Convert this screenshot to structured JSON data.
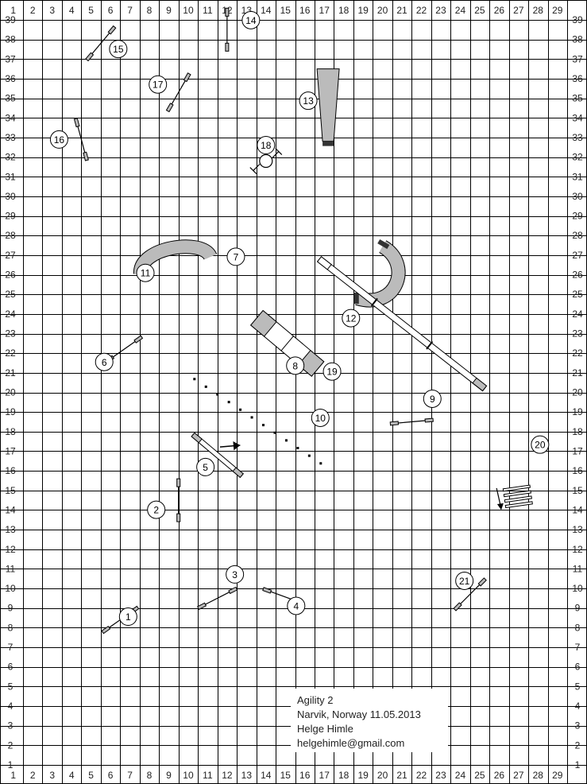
{
  "grid": {
    "columns": [
      "1",
      "2",
      "3",
      "4",
      "5",
      "6",
      "7",
      "8",
      "9",
      "10",
      "11",
      "12",
      "13",
      "14",
      "15",
      "16",
      "17",
      "18",
      "19",
      "20",
      "21",
      "22",
      "23",
      "24",
      "25",
      "26",
      "27",
      "28",
      "29"
    ],
    "rows": [
      "1",
      "2",
      "3",
      "4",
      "5",
      "6",
      "7",
      "8",
      "9",
      "10",
      "11",
      "12",
      "13",
      "14",
      "15",
      "16",
      "17",
      "18",
      "19",
      "20",
      "21",
      "22",
      "23",
      "24",
      "25",
      "26",
      "27",
      "28",
      "29",
      "30",
      "31",
      "32",
      "33",
      "34",
      "35",
      "36",
      "37",
      "38",
      "39"
    ]
  },
  "info": {
    "title": "Agility 2",
    "location_date": "Narvik, Norway 11.05.2013",
    "author": "Helge Himle",
    "email": "helgehimle@gmail.com"
  },
  "obstacles": [
    {
      "number": "1",
      "type": "jump",
      "col": 6,
      "row": 8.4,
      "angle": 35
    },
    {
      "number": "2",
      "type": "jump",
      "col": 9,
      "row": 14.5,
      "angle": 90
    },
    {
      "number": "3",
      "type": "jump",
      "col": 11,
      "row": 9.5,
      "angle": 27
    },
    {
      "number": "4",
      "type": "jump",
      "col": 14.4,
      "row": 9.6,
      "angle": -20
    },
    {
      "number": "5",
      "type": "weave-table",
      "col": 11,
      "row": 16.8
    },
    {
      "number": "6",
      "type": "jump",
      "col": 6.2,
      "row": 22.2,
      "angle": 35
    },
    {
      "number": "7",
      "type": "tunnel",
      "col": 9.5,
      "row": 27
    },
    {
      "number": "8",
      "type": "a-frame",
      "col": 14.6,
      "row": 22.5
    },
    {
      "number": "9",
      "type": "jump",
      "col": 21,
      "row": 18.5,
      "angle": 5
    },
    {
      "number": "10",
      "type": "weave-poles",
      "col": 14.5,
      "row": 18.5
    },
    {
      "number": "11",
      "type": "tunnel",
      "col": 7.5,
      "row": 26.5
    },
    {
      "number": "12",
      "type": "tunnel",
      "col": 18.2,
      "row": 24.6
    },
    {
      "number": "13",
      "type": "chute",
      "col": 16.7,
      "row": 35
    },
    {
      "number": "14",
      "type": "jump",
      "col": 11.5,
      "row": 38.5,
      "angle": 90
    },
    {
      "number": "15",
      "type": "jump",
      "col": 5,
      "row": 37.8,
      "angle": 50
    },
    {
      "number": "16",
      "type": "jump",
      "col": 4,
      "row": 32.9,
      "angle": -75
    },
    {
      "number": "17",
      "type": "jump",
      "col": 9,
      "row": 35.3,
      "angle": 60
    },
    {
      "number": "18",
      "type": "tire",
      "col": 13.5,
      "row": 31.8
    },
    {
      "number": "19",
      "type": "dogwalk",
      "col": 20.5,
      "row": 23.5
    },
    {
      "number": "20",
      "type": "long-jump",
      "col": 26.5,
      "row": 14.7
    },
    {
      "number": "21",
      "type": "jump",
      "col": 24,
      "row": 9.7,
      "angle": 45
    }
  ]
}
